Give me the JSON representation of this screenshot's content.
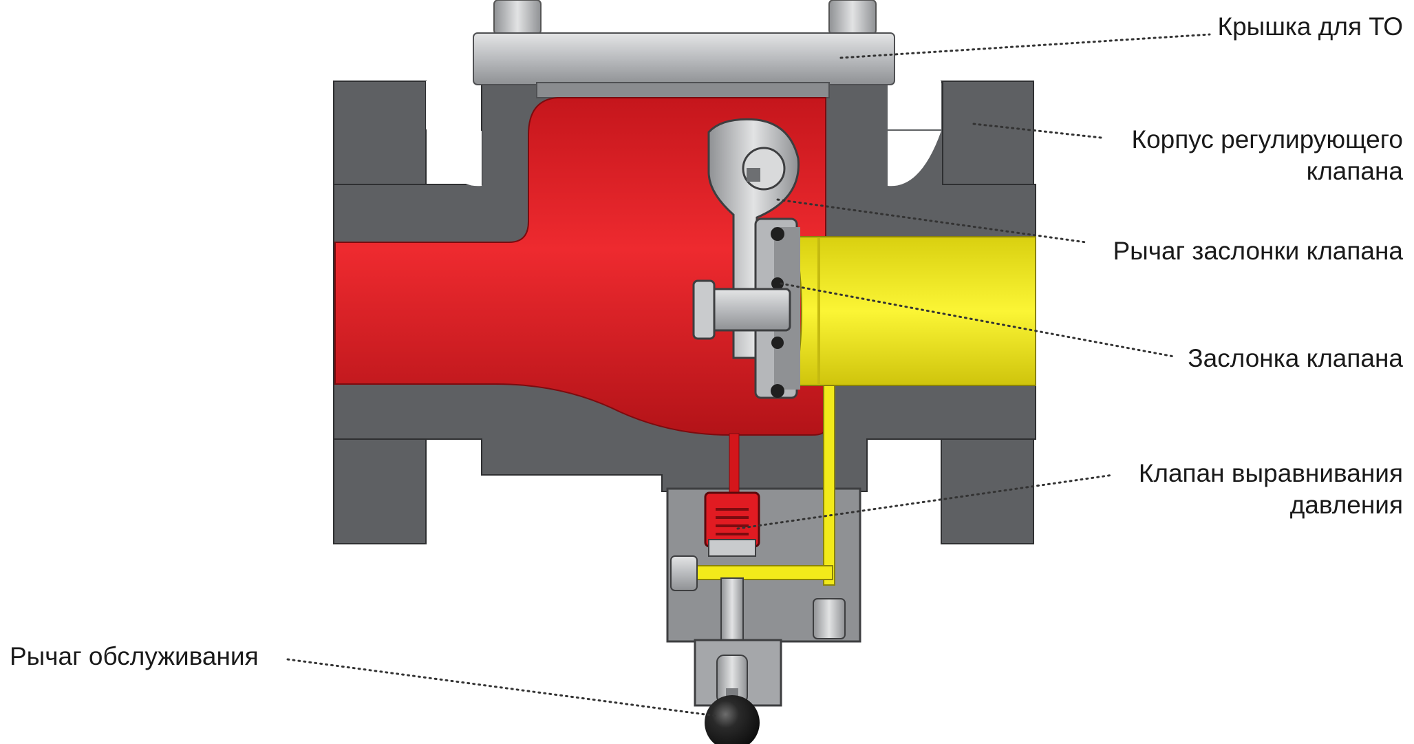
{
  "labels": {
    "maintenance_cover": "Крышка для ТО",
    "valve_body": [
      "Корпус регулирующего",
      "клапана"
    ],
    "disc_lever": "Рычаг заслонки клапана",
    "valve_disc": "Заслонка клапана",
    "equalizing_valve": [
      "Клапан выравнивания",
      "давления"
    ],
    "service_lever": "Рычаг обслуживания"
  },
  "colors": {
    "body_grey": "#5e6063",
    "body_grey_dark": "#3c3d40",
    "inlet_red": "#e11b22",
    "outlet_yellow": "#f2ea1a",
    "metal_light": "#c9cbcd",
    "metal_mid": "#9a9c9f",
    "knob_black": "#1b1b1b",
    "leader_line": "#333333"
  }
}
